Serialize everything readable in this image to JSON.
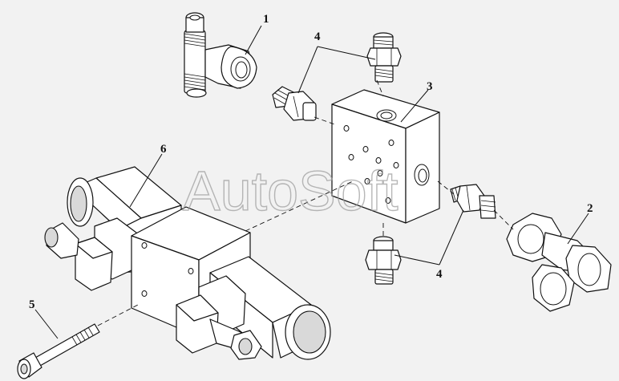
{
  "watermark": "AutoSoft",
  "callouts": [
    {
      "id": "1",
      "label": "1"
    },
    {
      "id": "2",
      "label": "2"
    },
    {
      "id": "3",
      "label": "3"
    },
    {
      "id": "4a",
      "label": "4"
    },
    {
      "id": "4b",
      "label": "4"
    },
    {
      "id": "5",
      "label": "5"
    },
    {
      "id": "6",
      "label": "6"
    }
  ]
}
